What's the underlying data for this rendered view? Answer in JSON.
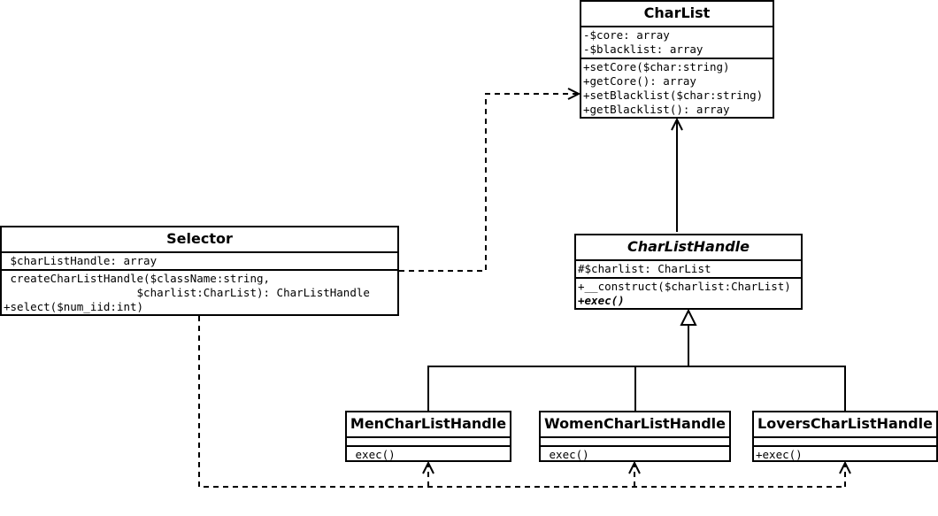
{
  "classes": {
    "charlist": {
      "name": "CharList",
      "attributes": [
        "-$core: array",
        "-$blacklist: array"
      ],
      "methods": [
        "+setCore($char:string)",
        "+getCore(): array",
        "+setBlacklist($char:string)",
        "+getBlacklist(): array"
      ]
    },
    "selector": {
      "name": "Selector",
      "attributes": [
        " $charListHandle: array"
      ],
      "methods": [
        " createCharListHandle($className:string,",
        "                    $charlist:CharList): CharListHandle",
        "+select($num_iid:int)"
      ]
    },
    "charlisthandle": {
      "name": "CharListHandle",
      "attributes": [
        "#$charlist: CharList"
      ],
      "methods": [
        "+__construct($charlist:CharList)",
        "+exec()"
      ]
    },
    "men": {
      "name": "MenCharListHandle",
      "methods": [
        " exec()"
      ]
    },
    "women": {
      "name": "WomenCharListHandle",
      "methods": [
        " exec()"
      ]
    },
    "lovers": {
      "name": "LoversCharListHandle",
      "methods": [
        "+exec()"
      ]
    }
  }
}
